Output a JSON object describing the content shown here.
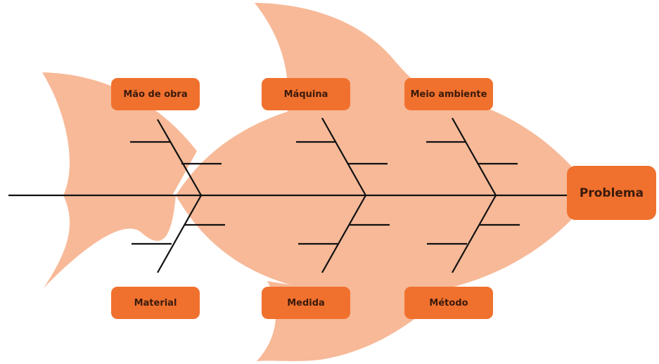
{
  "diagram": {
    "type": "fishbone",
    "head": {
      "label": "Problema"
    },
    "categories": {
      "top": [
        {
          "label": "Mão de obra"
        },
        {
          "label": "Máquina"
        },
        {
          "label": "Meio ambiente"
        }
      ],
      "bottom": [
        {
          "label": "Material"
        },
        {
          "label": "Medida"
        },
        {
          "label": "Método"
        }
      ]
    },
    "colors": {
      "fish_body": "#f7b998",
      "box_fill": "#f0712e",
      "box_text": "#3a1a0c",
      "lines": "#111111"
    }
  }
}
